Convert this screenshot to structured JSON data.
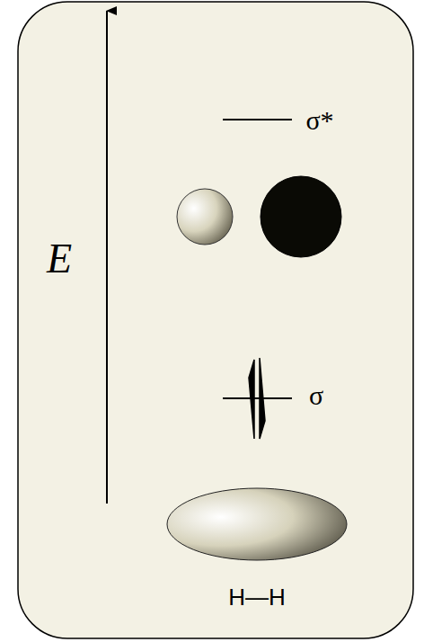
{
  "diagram": {
    "labels": [
      "E",
      "σ*",
      "σ",
      "H—H"
    ]
  }
}
